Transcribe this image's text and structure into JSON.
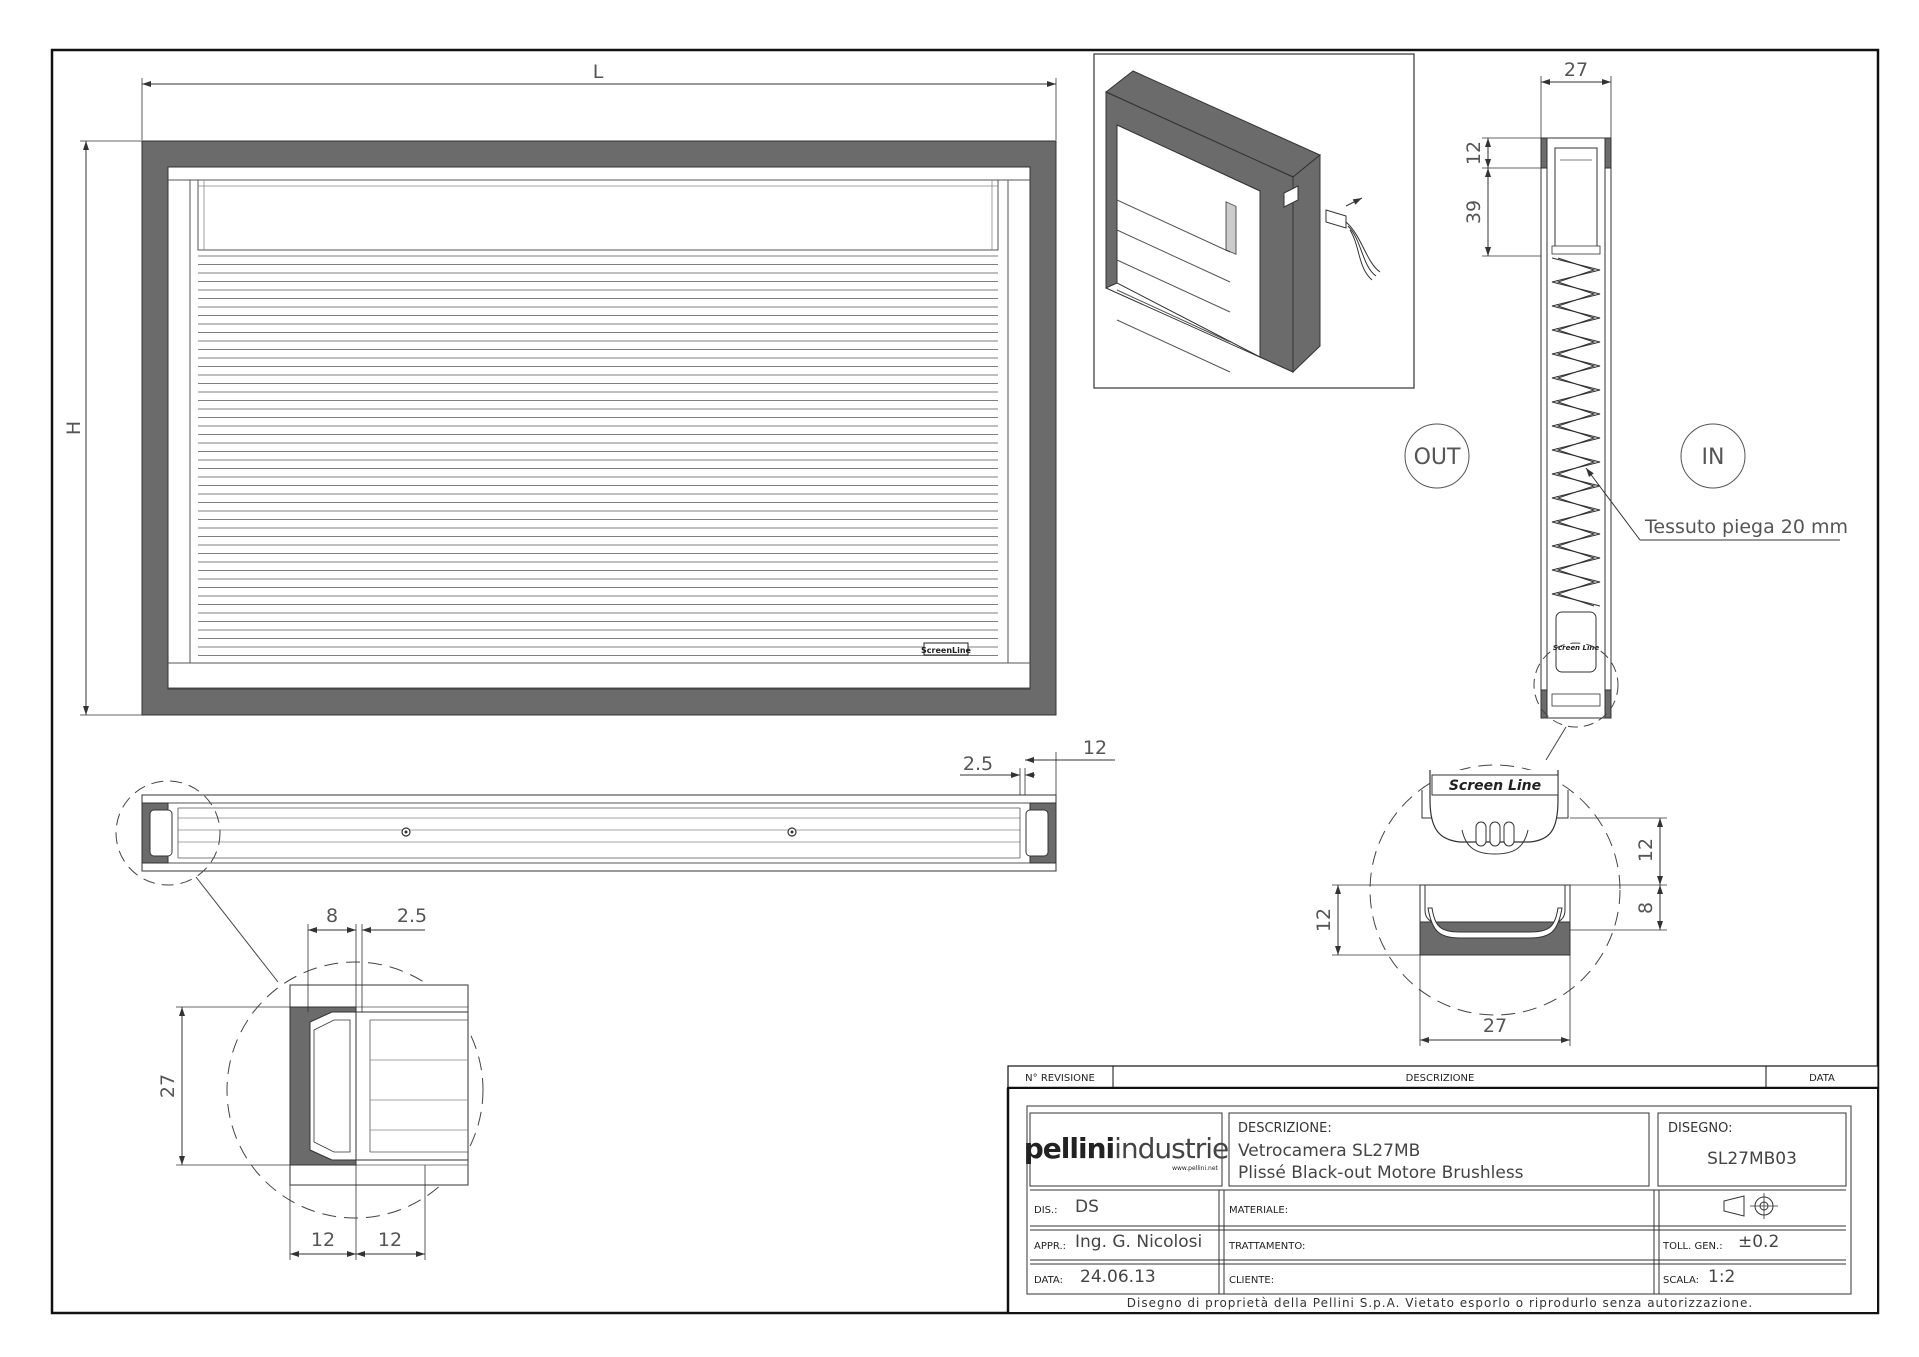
{
  "dimensions": {
    "L": "L",
    "H": "H",
    "d27": "27",
    "d12": "12",
    "d39": "39",
    "d2_5": "2.5",
    "d8": "8"
  },
  "labels": {
    "out": "OUT",
    "in": "IN",
    "fabric_note": "Tessuto piega 20 mm",
    "logo_small": "ScreenLine",
    "logo_detail": "Screen Line",
    "logo_small_profile": "Screen Line"
  },
  "revision_table": {
    "col_revision": "N° REVISIONE",
    "col_description": "DESCRIZIONE",
    "col_date": "DATA"
  },
  "title_block": {
    "company_logo": "pellini industrie",
    "company_logo_a": "pellini",
    "company_logo_b": "industrie",
    "company_url": "www.pellini.net",
    "description_label": "DESCRIZIONE:",
    "description_line1": "Vetrocamera SL27MB",
    "description_line2": "Plissé Black-out Motore Brushless",
    "drawing_label": "DISEGNO:",
    "drawing_number": "SL27MB03",
    "drawn_by_label": "DIS.:",
    "drawn_by": "DS",
    "approved_label": "APPR.:",
    "approved_by": "Ing. G. Nicolosi",
    "date_label": "DATA:",
    "date": "24.06.13",
    "material_label": "MATERIALE:",
    "treatment_label": "TRATTAMENTO:",
    "client_label": "CLIENTE:",
    "tolerance_label": "TOLL. GEN.:",
    "tolerance": "±0.2",
    "scale_label": "SCALA:",
    "scale": "1:2",
    "projection_icon": "first-angle-projection-icon",
    "footer": "Disegno di proprietà della Pellini S.p.A. Vietato esporlo o riprodurlo senza autorizzazione."
  },
  "colors": {
    "frame_fill": "#6b6b6b",
    "line": "#333333",
    "light_line": "#888888"
  }
}
